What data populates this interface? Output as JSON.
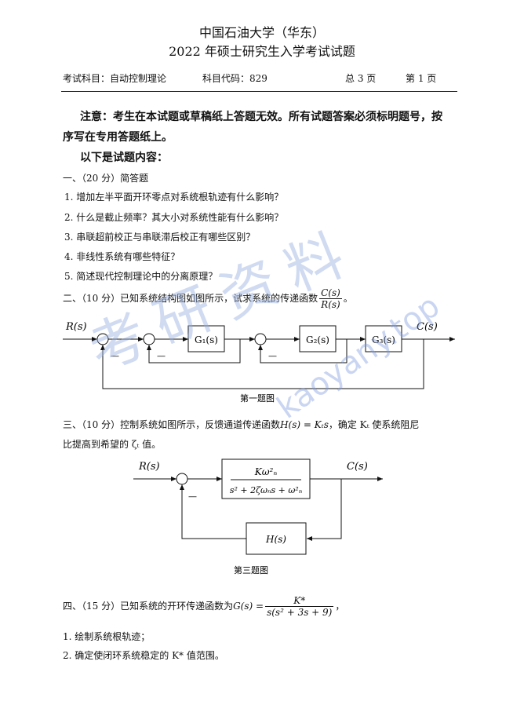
{
  "header": {
    "university": "中国石油大学（华东）",
    "exam_title": "2022 年硕士研究生入学考试试题",
    "subject_label": "考试科目：自动控制理论",
    "code_label": "科目代码：829",
    "total_pages": "总  3  页",
    "page_num": "第 1  页"
  },
  "notice": {
    "line1": "注意：考生在本试题或草稿纸上答题无效。所有试题答案必须标明题号，按",
    "line2": "序写在专用答题纸上。",
    "line3": "以下是试题内容："
  },
  "q1": {
    "title": "一、（20 分）简答题",
    "items": [
      "1.    增加左半平面开环零点对系统根轨迹有什么影响？",
      "2.    什么是截止频率？其大小对系统性能有什么影响？",
      "3.    串联超前校正与串联滞后校正有哪些区别？",
      "4.    非线性系统有哪些特征？",
      "5.    简述现代控制理论中的分离原理？"
    ]
  },
  "q2": {
    "text": "二、（10 分）已知系统结构图如图所示，试求系统的传递函数",
    "frac_num": "C(s)",
    "frac_den": "R(s)",
    "end": "。",
    "diagram": {
      "input": "R(s)",
      "output": "C(s)",
      "g1": "G₁(s)",
      "g2": "G₂(s)",
      "g3": "G₃(s)",
      "minus": "—",
      "caption": "第一题图"
    }
  },
  "q3": {
    "line1a": "三、（10 分）控制系统如图所示，反馈通道传递函数",
    "line1b": "H(s) = Kₜs",
    "line1c": "，确定 Kₜ 使系统阻尼",
    "line2": "比提高到希望的 ζₜ 值。",
    "diagram": {
      "input": "R(s)",
      "output": "C(s)",
      "num": "Kω²ₙ",
      "den": "s² + 2ζωₙs + ω²ₙ",
      "h": "H(s)",
      "minus": "—",
      "caption": "第三题图"
    }
  },
  "q4": {
    "text": "四、（15 分）已知系统的开环传递函数为",
    "gs": "G(s) =",
    "num": "K*",
    "den": "s(s² + 3s + 9)",
    "end": "，",
    "items": [
      "1.  绘制系统根轨迹；",
      "2.  确定使闭环系统稳定的 K* 值范围。"
    ]
  },
  "watermark": {
    "cn": "考研资料",
    "url": "kaoyany.top"
  }
}
